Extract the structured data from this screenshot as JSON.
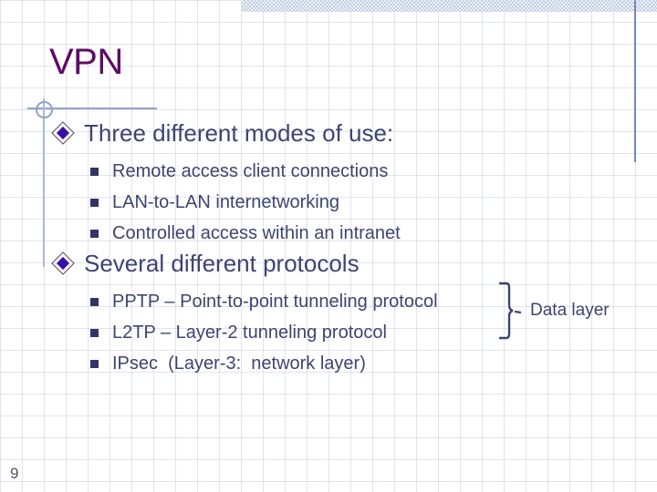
{
  "slide": {
    "title": "VPN",
    "page_number": "9",
    "sections": [
      {
        "heading": "Three different modes of use:",
        "items": [
          "Remote access client connections",
          "LAN-to-LAN internetworking",
          "Controlled access within an intranet"
        ]
      },
      {
        "heading": "Several different protocols",
        "items": [
          "PPTP – Point-to-point tunneling protocol",
          "L2TP – Layer-2 tunneling protocol",
          "IPsec  (Layer-3:  network layer)"
        ]
      }
    ],
    "annotation": "Data layer"
  },
  "icons": {
    "level1_bullet": "diamond-bullet",
    "level2_bullet": "square-bullet",
    "brace": "right-brace"
  },
  "colors": {
    "title": "#5e0b66",
    "body_text": "#3d4470",
    "bullet_diamond": "#3b10a6",
    "bullet_square": "#333366",
    "accent_bar": "#c2cde2",
    "accent_line": "#7688b8",
    "decor_line": "#8fa3c8",
    "grid_line": "#cfd5e2"
  }
}
